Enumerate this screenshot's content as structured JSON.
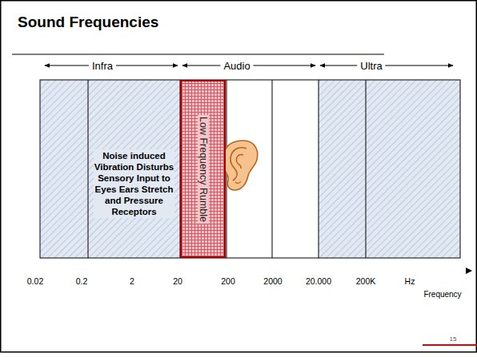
{
  "diagram": {
    "title": "Sound Frequencies",
    "nodes": [
      {
        "text": [
          "Noise induced Vibration Disturbs Sensory Input to Eyes Ears Stretch and Pressure Receptors"
        ]
      },
      {
        "text": [
          "Low Frequency Rumble"
        ]
      }
    ],
    "labels": [
      "Infra",
      "Audio",
      "Ultra",
      "0.02",
      "0.2",
      "2",
      "20",
      "200",
      "2000",
      "20.000",
      "200K",
      "Hz",
      "Frequency",
      "15"
    ]
  }
}
